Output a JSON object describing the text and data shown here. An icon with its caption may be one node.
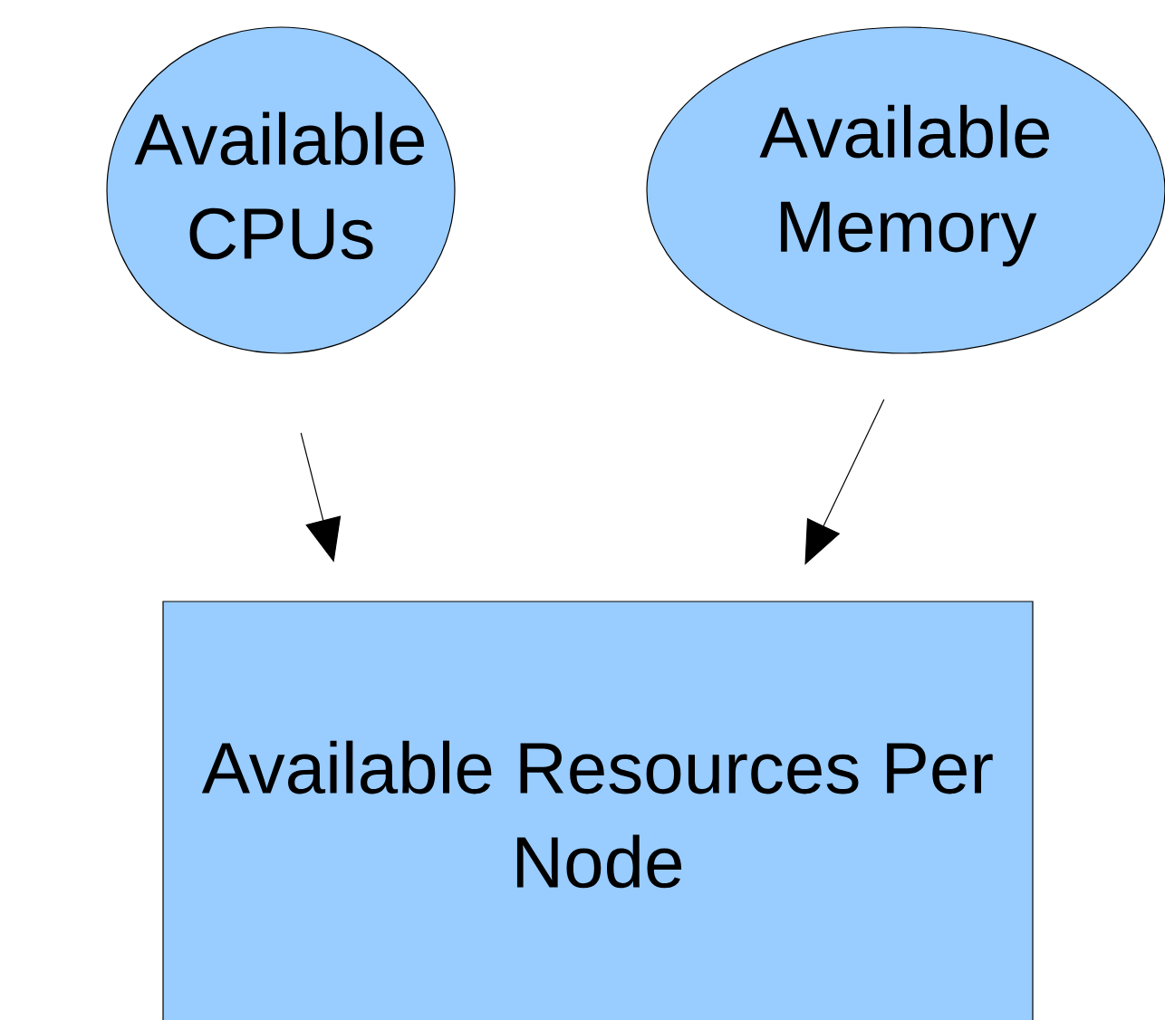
{
  "diagram": {
    "nodes": [
      {
        "text": [
          "Available CPUs"
        ]
      },
      {
        "text": [
          "Available Memory"
        ]
      },
      {
        "text": [
          "Available Resources Per Node"
        ]
      }
    ],
    "edges": [
      {
        "from": 0,
        "to": 2,
        "arrow": "to"
      },
      {
        "from": 1,
        "to": 2,
        "arrow": "to"
      }
    ]
  }
}
